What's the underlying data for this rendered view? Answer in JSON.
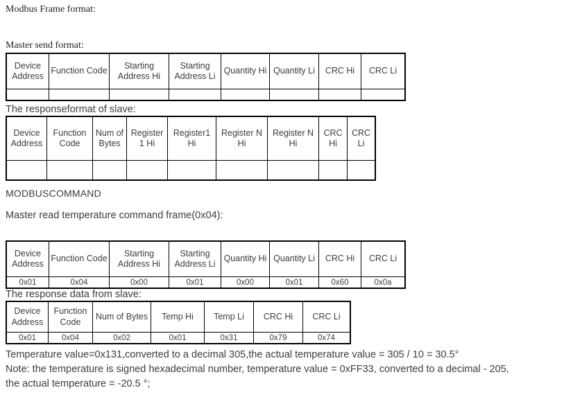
{
  "page": {
    "title": "Modbus Frame format:",
    "modbus_command_heading": "MODBUSCOMMAND",
    "read_command_heading": "Master read temperature command frame(0x04):"
  },
  "tables": [
    {
      "id": "master-send-format",
      "label": "Master send format:",
      "columns": [
        "Device Address",
        "Function Code",
        "Starting Address Hi",
        "Starting Address Li",
        "Quantity Hi",
        "Quantity Li",
        "CRC Hi",
        "CRC Li"
      ],
      "rows": [
        [
          "",
          "",
          "",
          "",
          "",
          "",
          "",
          ""
        ]
      ]
    },
    {
      "id": "slave-response-format",
      "label": "The responseformat of slave:",
      "columns": [
        "Device Address",
        "Function Code",
        "Num of Bytes",
        "Register 1 Hi",
        "Register1 Hi",
        "Register N Hi",
        "Register N Hi",
        "CRC Hi",
        "CRC Li"
      ],
      "rows": [
        [
          "",
          "",
          "",
          "",
          "",
          "",
          "",
          "",
          ""
        ]
      ]
    },
    {
      "id": "master-read-temperature-command",
      "label": "",
      "columns": [
        "Device Address",
        "Function Code",
        "Starting Address Hi",
        "Starting Address Li",
        "Quantity Hi",
        "Quantity Li",
        "CRC Hi",
        "CRC Li"
      ],
      "rows": [
        [
          "0x01",
          "0x04",
          "0x00",
          "0x01",
          "0x00",
          "0x01",
          "0x60",
          "0x0a"
        ]
      ]
    },
    {
      "id": "slave-response-data",
      "label": "The response data from slave:",
      "columns": [
        "Device Address",
        "Function Code",
        "Num of Bytes",
        "Temp Hi",
        "Temp Li",
        "CRC Hi",
        "CRC Li"
      ],
      "rows": [
        [
          "0x01",
          "0x04",
          "0x02",
          "0x01",
          "0x31",
          "0x79",
          "0x74"
        ]
      ]
    }
  ],
  "notes": [
    "Temperature value=0x131,converted to a decimal 305,the actual temperature value = 305 / 10 = 30.5°",
    "Note: the temperature is signed hexadecimal number, temperature value = 0xFF33, converted to a decimal - 205,",
    "the actual temperature = -20.5 °;"
  ]
}
